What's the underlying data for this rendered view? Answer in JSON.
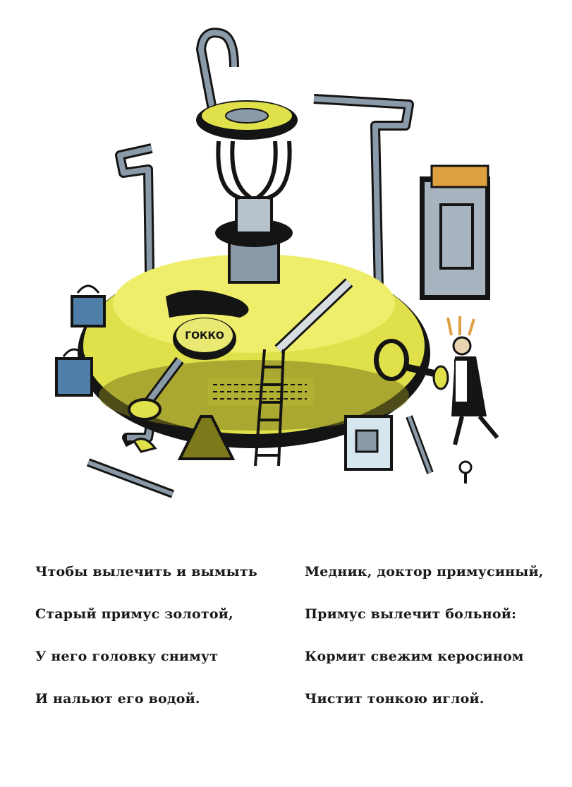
{
  "poem": {
    "left": [
      "Чтобы вылечить и вымыть",
      "Старый примус золотой,",
      "У него головку снимут",
      "И нальют его водой."
    ],
    "right": [
      "Медник, доктор примусиный,",
      "Примус вылечит больной:",
      "Кормит свежим керосином",
      "Чистит тонкою иглой."
    ]
  },
  "illustration": {
    "badge_text": "ГОККО",
    "colors": {
      "brass": "#dfe04a",
      "brass_shadow": "#7d7a1c",
      "steel": "#8a9aa8",
      "blue": "#4f7fa8",
      "ink": "#141414"
    }
  }
}
